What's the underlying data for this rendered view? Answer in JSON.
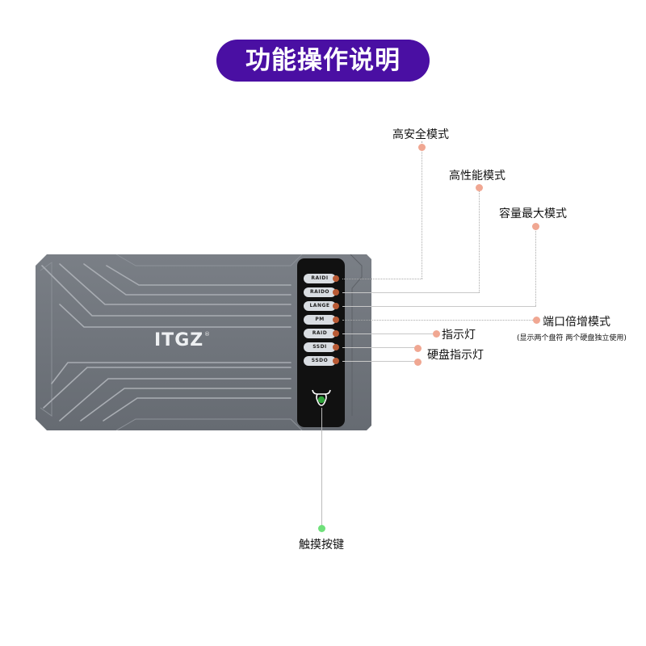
{
  "header": {
    "title": "功能操作说明",
    "pill_color": "#4a0fa3"
  },
  "device": {
    "brand": "ITGZ",
    "brand_mark": "®",
    "body_color": "#6e737a",
    "panel_color": "#111111",
    "indicator_buttons": [
      {
        "label": "RAIDI"
      },
      {
        "label": "RAIDO"
      },
      {
        "label": "LANGE"
      },
      {
        "label": "PM"
      },
      {
        "label": "RAID"
      },
      {
        "label": "SSDI"
      },
      {
        "label": "SSDO"
      }
    ],
    "touch_icon": "bull-head-icon",
    "touch_led_color": "#2fa33a",
    "indicator_led_color": "#b85a35"
  },
  "callouts": {
    "high_security": "高安全模式",
    "high_performance": "高性能模式",
    "max_capacity": "容量最大模式",
    "port_multiply": "端口倍增模式",
    "port_multiply_note": "(显示两个盘符 两个硬盘独立使用)",
    "indicator": "指示灯",
    "disk_indicator": "硬盘指示灯",
    "touch_key": "触摸按键"
  },
  "colors": {
    "callout_dot": "#f0a792",
    "touch_dot": "#6fe07a"
  }
}
